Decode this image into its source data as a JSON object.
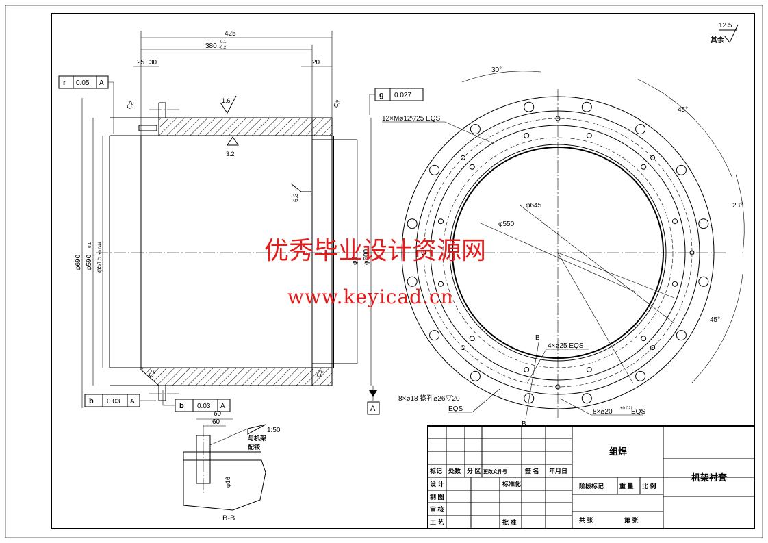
{
  "watermark": {
    "title": "优秀毕业设计资源网",
    "url": "www.keyicad.cn"
  },
  "roughness": {
    "corner_value": "12.5",
    "corner_label": "其余",
    "top_face": "1.6",
    "inner_face": "3.2",
    "bore_face": "6.3"
  },
  "dimensions": {
    "overall_length": "425",
    "length_380": "380",
    "tol_380_upper": "-0.1",
    "tol_380_lower": "-0.2",
    "d25": "25",
    "d30": "30",
    "d20": "20",
    "outer_dia": "φ690",
    "dia_590": "φ590",
    "tol_590": "-0.1",
    "dia_515": "φ515",
    "tol_515": "+0.044",
    "right_dia_a": "φ5",
    "right_dia_b": "φ600",
    "chamfer_c2": "C2",
    "chamfer_c3": "C3"
  },
  "tolerance_frames": [
    {
      "symbol": "r",
      "value": "0.05",
      "datum": "A"
    },
    {
      "symbol": "g",
      "value": "0.027",
      "datum": ""
    },
    {
      "symbol": "b",
      "value": "0.03",
      "datum": "A"
    },
    {
      "symbol": "b",
      "value": "0.03",
      "datum": "A"
    }
  ],
  "datum_label": "A",
  "flange_view": {
    "angle_top": "30°",
    "angle_right_top": "45°",
    "angle_right": "23°",
    "angle_right_bottom": "45°",
    "dia_645": "φ645",
    "dia_550": "φ550",
    "thread_holes": "12×M⌀12▽25 EQS",
    "holes_25": "4×⌀25 EQS",
    "holes_18": "8×⌀18 锪孔⌀26▽20",
    "holes_18_eqs": "EQS",
    "holes_20": "8×⌀20",
    "holes_20_tol": "+0.021",
    "holes_20_eqs": "EQS",
    "section_mark": "B"
  },
  "detail_view": {
    "dim_60a": "60",
    "dim_60b": "60",
    "taper": "1:50",
    "note_line1": "与机架",
    "note_line2": "配铰",
    "dia_16": "φ16",
    "caption": "B-B"
  },
  "title_block": {
    "process": "组焊",
    "part_name": "机架衬套",
    "revision_headers": [
      "标记",
      "处数",
      "分 区",
      "更改文件号",
      "签 名",
      "年月日"
    ],
    "roles": [
      "设 计",
      "制 图",
      "审 核",
      "工 艺"
    ],
    "standardize": "标准化",
    "approve": "批 准",
    "stage_mark": "阶段标记",
    "weight": "重 量",
    "scale": "比 例",
    "total": "共 张",
    "sheet": "第 张"
  }
}
